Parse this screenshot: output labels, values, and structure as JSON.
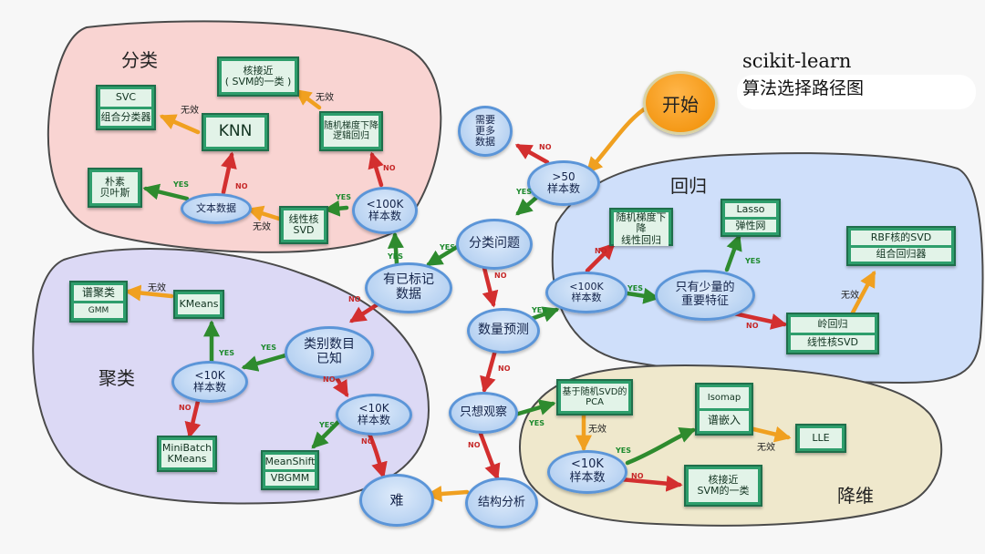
{
  "title": {
    "line1": "scikit-learn",
    "line2": "算法选择路径图"
  },
  "regions": {
    "classification": "分类",
    "clustering": "聚类",
    "regression": "回归",
    "dimreduce": "降维"
  },
  "nodes": {
    "start": "开始",
    "more_data": "需要\n更多\n数据",
    "gt50": ">50\n样本数",
    "classify_q": "分类问题",
    "labeled": "有已标记\n数据",
    "lt100k_cls": "<100K\n样本数",
    "text_data": "文本数据",
    "predict_qty": "数量预测",
    "lt100k_reg": "<100K\n样本数",
    "few_features": "只有少量的\n重要特征",
    "known_cats": "类别数目\n已知",
    "lt10k_a": "<10K\n样本数",
    "lt10k_b": "<10K\n样本数",
    "observe": "只想观察",
    "structure": "结构分析",
    "hard": "难",
    "lt10k_dim": "<10K\n样本数"
  },
  "boxes": {
    "svc": [
      "SVC",
      "组合分类器"
    ],
    "knn": [
      "KNN"
    ],
    "kernel_approx_cls": [
      "核接近\n( SVM的一类 )"
    ],
    "sgd_logistic": [
      "随机梯度下降\n逻辑回归"
    ],
    "naive_bayes": [
      "朴素\n贝叶斯"
    ],
    "linear_svd_cls": [
      "线性核\nSVD"
    ],
    "sgd_linear": [
      "随机梯度下降\n线性回归"
    ],
    "lasso": [
      "Lasso",
      "弹性网"
    ],
    "rbf_svd": [
      "RBF核的SVD",
      "组合回归器"
    ],
    "ridge": [
      "岭回归",
      "线性核SVD"
    ],
    "spectral": [
      "谱聚类",
      "GMM"
    ],
    "kmeans": [
      "KMeans"
    ],
    "minibatch": [
      "MiniBatch\nKMeans"
    ],
    "meanshift": [
      "MeanShift",
      "VBGMM"
    ],
    "pca": [
      "基于随机SVD的\nPCA"
    ],
    "isomap": [
      "Isomap",
      "谱嵌入"
    ],
    "lle": [
      "LLE"
    ],
    "kernel_approx_dim": [
      "核接近\nSVM的一类"
    ]
  },
  "edge_labels": {
    "yes": "YES",
    "no": "NO",
    "invalid": "无效"
  },
  "colors": {
    "yes": "#2e8b2e",
    "no": "#d32f2f",
    "invalid": "#f0a020",
    "start": "#f08c00"
  }
}
